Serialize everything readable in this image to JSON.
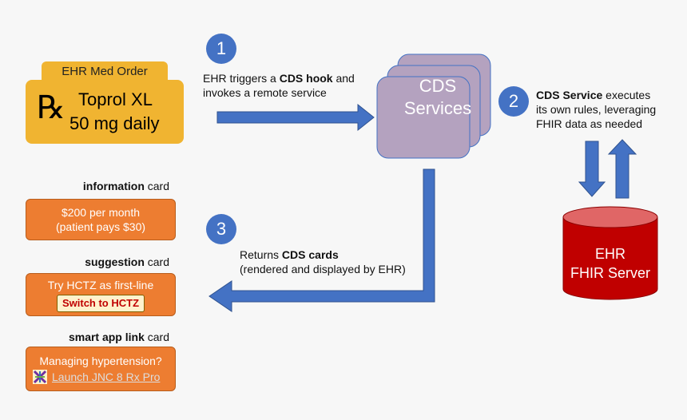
{
  "med_order": {
    "tab_label": "EHR Med Order",
    "rx_symbol": "℞",
    "drug": "Toprol XL",
    "dose": "50 mg daily"
  },
  "steps": [
    {
      "number": "1",
      "pre": "EHR triggers a ",
      "bold": "CDS hook",
      "post": " and",
      "line2": "invokes a remote service"
    },
    {
      "number": "2",
      "bold": "CDS Service",
      "post": " executes",
      "line2": "its own rules, leveraging",
      "line3": "FHIR data as needed"
    },
    {
      "number": "3",
      "pre": "Returns ",
      "bold": "CDS cards",
      "line2": "(rendered and displayed by EHR)"
    }
  ],
  "cds": {
    "line1": "CDS",
    "line2": "Services"
  },
  "ehr_server": {
    "line1": "EHR",
    "line2": "FHIR Server"
  },
  "cards": {
    "information": {
      "label_bold": "information",
      "label_rest": " card",
      "line1": "$200 per month",
      "line2": "(patient pays $30)"
    },
    "suggestion": {
      "label_bold": "suggestion",
      "label_rest": " card",
      "line1": "Try HCTZ as first-line",
      "button": "Switch to HCTZ"
    },
    "smart_link": {
      "label_bold": "smart app link",
      "label_rest": " card",
      "line1": "Managing hypertension?",
      "link": "Launch JNC 8 Rx Pro"
    }
  },
  "colors": {
    "arrow": "#4472c4",
    "card": "#ed7d31",
    "med": "#f0b431",
    "cds": "#b4a2bf",
    "cylinder": "#c00000"
  }
}
